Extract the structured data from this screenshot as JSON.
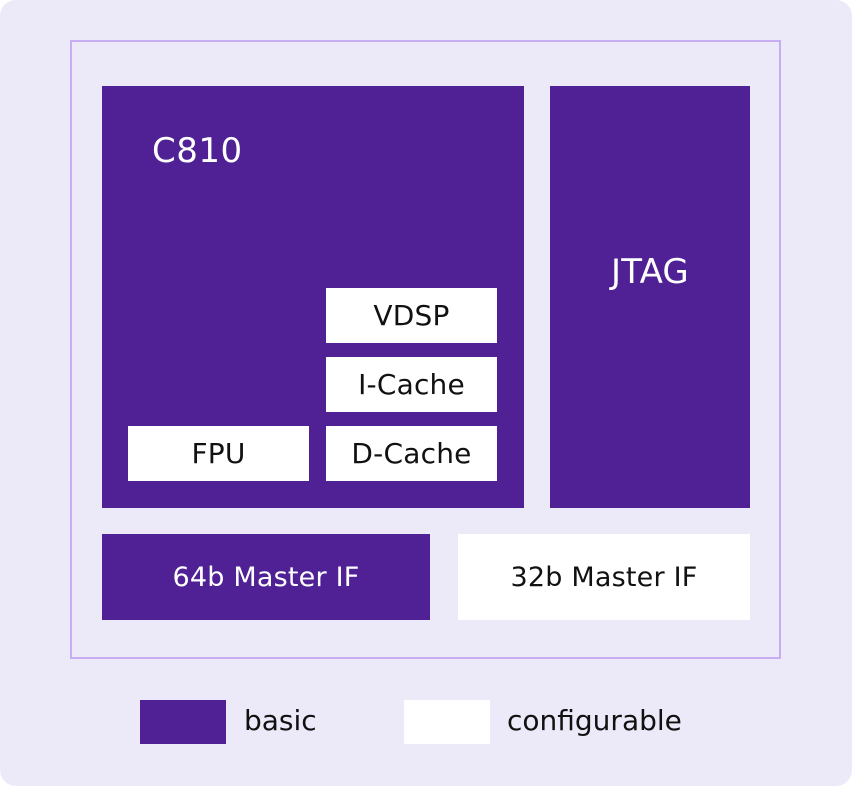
{
  "diagram": {
    "processor_label": "C810",
    "units": {
      "vdsp": "VDSP",
      "icache": "I-Cache",
      "dcache": "D-Cache",
      "fpu": "FPU"
    },
    "jtag": "JTAG",
    "interfaces": {
      "master64": "64b Master IF",
      "master32": "32b Master IF"
    }
  },
  "legend": {
    "basic": "basic",
    "configurable": "configurable"
  },
  "colors": {
    "background": "#eceaf9",
    "frame_border": "#c6aef0",
    "basic": "#4f2194",
    "configurable": "#ffffff"
  }
}
